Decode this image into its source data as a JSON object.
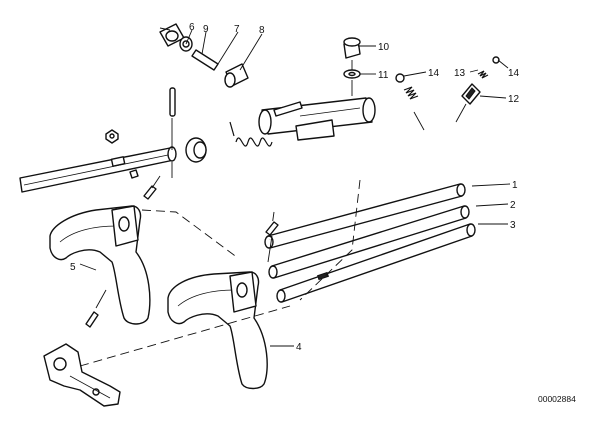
{
  "diagram": {
    "callouts": {
      "c1": "1",
      "c2": "2",
      "c3": "3",
      "c4": "4",
      "c5": "5",
      "c6": "6",
      "c7": "7",
      "c8": "8",
      "c9": "9",
      "c10": "10",
      "c11": "11",
      "c12": "12",
      "c13": "13",
      "c14a": "14",
      "c14b": "14"
    },
    "document_number": "00002884"
  }
}
